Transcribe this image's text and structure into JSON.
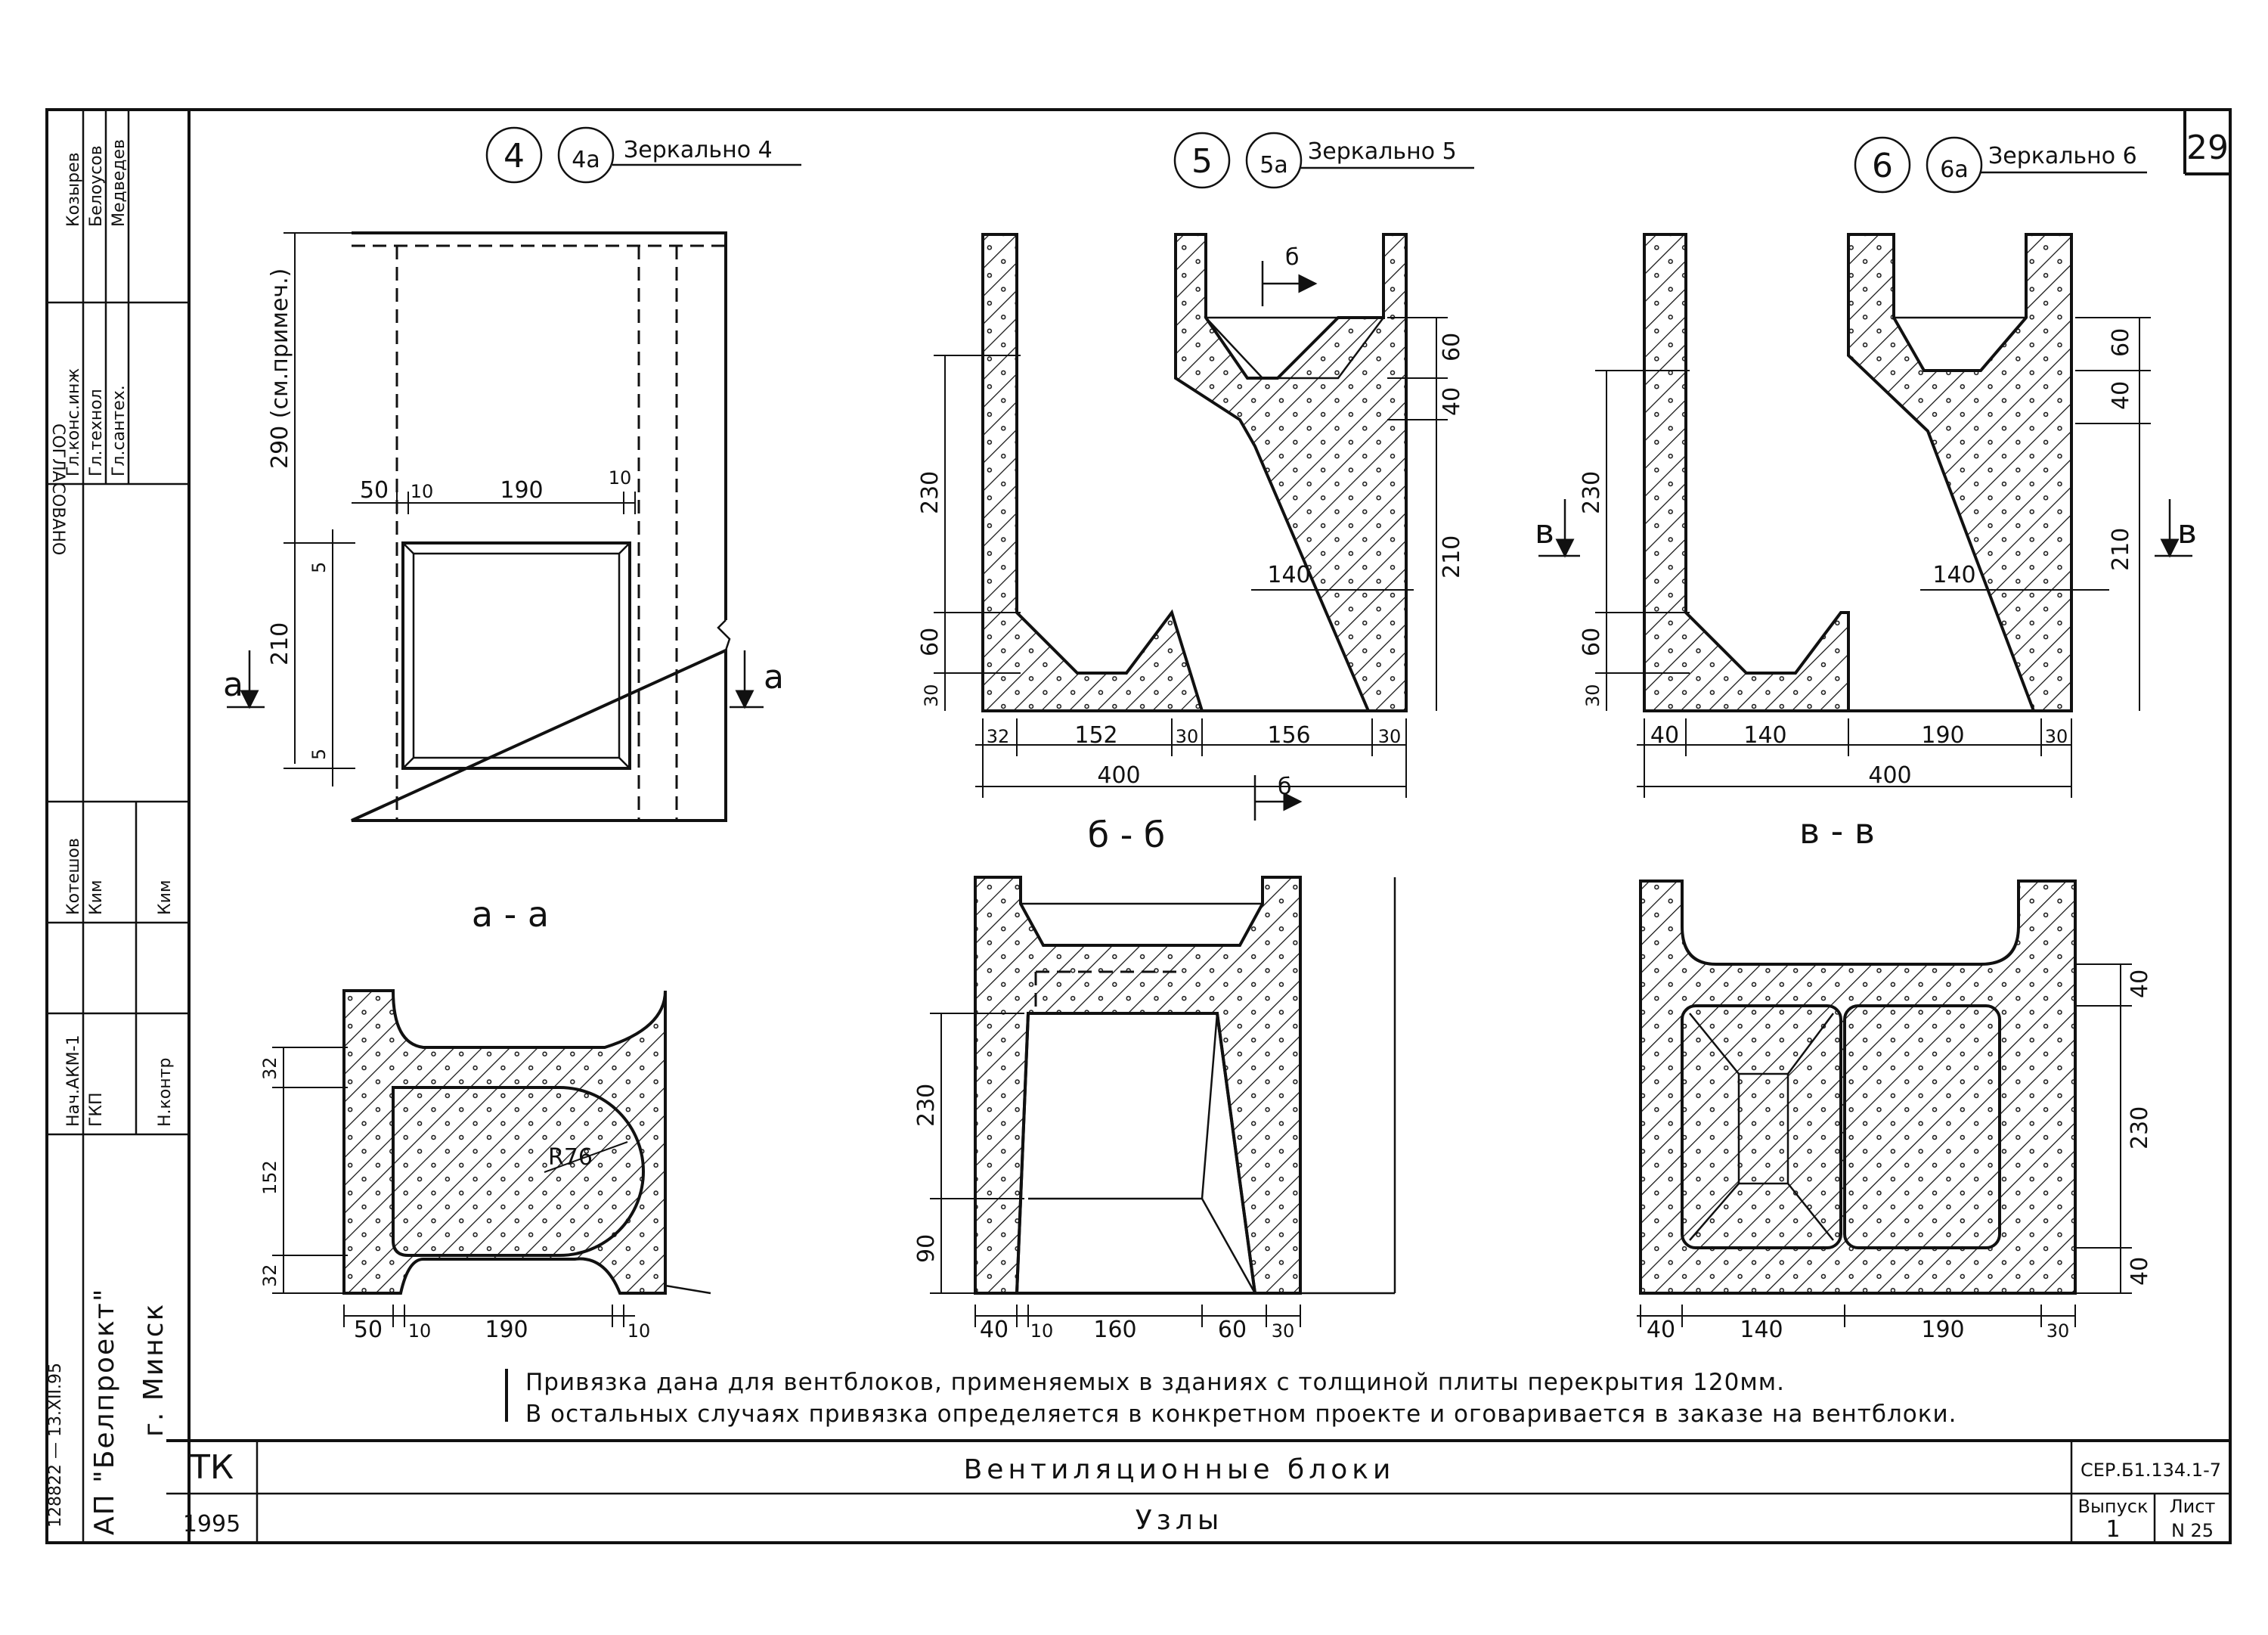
{
  "sheet": {
    "sheet_number": "29",
    "title": "Вентиляционные блоки",
    "subtitle": "Узлы",
    "code_left": "ТК",
    "year": "1995",
    "series_code": "СЕР.Б1.134.1-7",
    "issue_label": "Выпуск",
    "issue_value": "1",
    "list_label": "Лист",
    "list_value": "N 25"
  },
  "side_block": {
    "approved": "СОГЛАСОВАНО",
    "roles": [
      "Гл.конс.инж",
      "Гл.технол",
      "Гл.сантех."
    ],
    "names": [
      "Козырев",
      "Белоусов",
      "Медведев"
    ],
    "org": "АП \"Белпроект\"",
    "city": "г. Минск",
    "stamp": "128822 — 13.XII.95",
    "signers_roles": [
      "Нач.АКМ-1",
      "ГКП",
      "Н.контр"
    ],
    "signers_names": [
      "Котешов",
      "Ким",
      "Ким"
    ]
  },
  "nodes": [
    {
      "mark": "4",
      "mark_a": "4а",
      "mirror": "Зеркально 4"
    },
    {
      "mark": "5",
      "mark_a": "5а",
      "mirror": "Зеркально 5"
    },
    {
      "mark": "6",
      "mark_a": "6а",
      "mirror": "Зеркально 6"
    }
  ],
  "node4": {
    "dims_top": [
      "50",
      "10",
      "190",
      "10"
    ],
    "dim_height": "290 (см.примеч.)",
    "dims_left": [
      "5",
      "210",
      "5"
    ],
    "cut": "а",
    "section": "а - а",
    "sec_dims_bottom": [
      "50",
      "10",
      "190",
      "10"
    ],
    "sec_dims_left": [
      "32",
      "152",
      "32"
    ],
    "radius": "R76"
  },
  "node5": {
    "dims_left": [
      "230",
      "60",
      "30"
    ],
    "dims_right": [
      "60",
      "40",
      "210"
    ],
    "dim_inner": "140",
    "dims_bottom": [
      "32",
      "152",
      "30",
      "156",
      "30"
    ],
    "dim_total": "400",
    "cut": "б",
    "section": "б - б",
    "sec_dims_left": [
      "230",
      "90"
    ],
    "sec_dims_bottom": [
      "40",
      "10",
      "160",
      "60",
      "30"
    ]
  },
  "node6": {
    "dims_left": [
      "230",
      "60",
      "30"
    ],
    "dims_right": [
      "60",
      "40",
      "210"
    ],
    "dim_inner": "140",
    "dims_bottom": [
      "40",
      "140",
      "190",
      "30"
    ],
    "dim_total": "400",
    "cut": "в",
    "section": "в - в",
    "sec_dims_right": [
      "40",
      "230",
      "40"
    ],
    "sec_dims_bottom": [
      "40",
      "140",
      "190",
      "30"
    ]
  },
  "notes": [
    "Привязка дана для вентблоков, применяемых в зданиях с толщиной плиты перекрытия 120мм.",
    "В остальных случаях привязка определяется в конкретном проекте и оговаривается в заказе на вентблоки."
  ]
}
